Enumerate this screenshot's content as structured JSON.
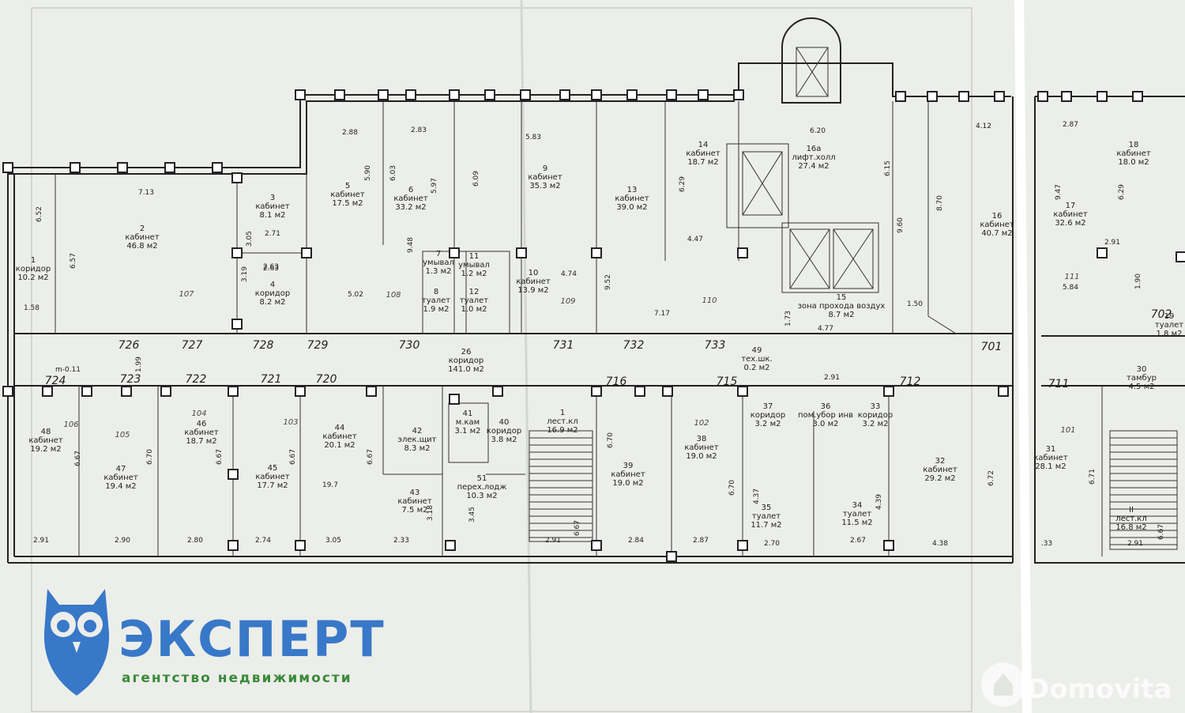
{
  "logo": {
    "brand": "ЭКСПЕРТ",
    "tagline": "агентство недвижимости",
    "brand_color": "#3878c8",
    "tagline_color": "#3a8a3a",
    "icon": "owl-icon"
  },
  "watermark": {
    "text": "Domovita",
    "icon": "domovita-logo-icon"
  },
  "axes": [
    "726",
    "727",
    "728",
    "729",
    "730",
    "731",
    "732",
    "733",
    "701",
    "723",
    "722",
    "721",
    "720",
    "716",
    "715",
    "712",
    "711",
    "702",
    "724"
  ],
  "rooms": [
    {
      "id": "room-1",
      "lines": [
        "1",
        "коридор",
        "10.2 м2"
      ]
    },
    {
      "id": "room-2",
      "lines": [
        "2",
        "кабинет",
        "46.8 м2"
      ]
    },
    {
      "id": "room-3",
      "lines": [
        "3",
        "кабинет",
        "8.1 м2"
      ]
    },
    {
      "id": "room-4",
      "lines": [
        "4",
        "коридор",
        "8.2 м2"
      ]
    },
    {
      "id": "room-5",
      "lines": [
        "5",
        "кабинет",
        "17.5 м2"
      ]
    },
    {
      "id": "room-6",
      "lines": [
        "6",
        "кабинет",
        "33.2 м2"
      ]
    },
    {
      "id": "room-7",
      "lines": [
        "7",
        "умывал",
        "1.3 м2"
      ]
    },
    {
      "id": "room-8",
      "lines": [
        "8",
        "туалет",
        "1.9 м2"
      ]
    },
    {
      "id": "room-9",
      "lines": [
        "9",
        "кабинет",
        "35.3 м2"
      ]
    },
    {
      "id": "room-10",
      "lines": [
        "10",
        "кабинет",
        "13.9 м2"
      ]
    },
    {
      "id": "room-11",
      "lines": [
        "11",
        "умывал",
        "1.2 м2"
      ]
    },
    {
      "id": "room-12",
      "lines": [
        "12",
        "туалет",
        "1.0 м2"
      ]
    },
    {
      "id": "room-13",
      "lines": [
        "13",
        "кабинет",
        "39.0 м2"
      ]
    },
    {
      "id": "room-14",
      "lines": [
        "14",
        "кабинет",
        "18.7 м2"
      ]
    },
    {
      "id": "room-15",
      "lines": [
        "15",
        "зона прохода воздух",
        "8.7 м2"
      ]
    },
    {
      "id": "room-16a",
      "lines": [
        "16а",
        "лифт.холл",
        "27.4 м2"
      ]
    },
    {
      "id": "room-16",
      "lines": [
        "16",
        "кабинет",
        "40.7 м2"
      ]
    },
    {
      "id": "room-17",
      "lines": [
        "17",
        "кабинет",
        "32.6 м2"
      ]
    },
    {
      "id": "room-18",
      "lines": [
        "18",
        "кабинет",
        "18.0 м2"
      ]
    },
    {
      "id": "room-19",
      "lines": [
        "19",
        "туалет",
        "1.8 м2"
      ]
    },
    {
      "id": "room-26",
      "lines": [
        "26",
        "коридор",
        "141.0 м2"
      ]
    },
    {
      "id": "room-30",
      "lines": [
        "30",
        "тамбур",
        "4.5 м2"
      ]
    },
    {
      "id": "room-31",
      "lines": [
        "31",
        "кабинет",
        "28.1 м2"
      ]
    },
    {
      "id": "room-32",
      "lines": [
        "32",
        "кабинет",
        "29.2 м2"
      ]
    },
    {
      "id": "room-33",
      "lines": [
        "33",
        "коридор",
        "3.2 м2"
      ]
    },
    {
      "id": "room-34",
      "lines": [
        "34",
        "туалет",
        "11.5 м2"
      ]
    },
    {
      "id": "room-35",
      "lines": [
        "35",
        "туалет",
        "11.7 м2"
      ]
    },
    {
      "id": "room-36",
      "lines": [
        "36",
        "пом.убор инв",
        "3.0 м2"
      ]
    },
    {
      "id": "room-37",
      "lines": [
        "37",
        "коридор",
        "3.2 м2"
      ]
    },
    {
      "id": "room-38",
      "lines": [
        "38",
        "кабинет",
        "19.0 м2"
      ]
    },
    {
      "id": "room-39",
      "lines": [
        "39",
        "кабинет",
        "19.0 м2"
      ]
    },
    {
      "id": "room-1s",
      "lines": [
        "1",
        "лест.кл",
        "16.9 м2"
      ]
    },
    {
      "id": "room-ii",
      "lines": [
        "II",
        "лест.кл",
        "16.8 м2"
      ]
    },
    {
      "id": "room-40",
      "lines": [
        "40",
        "коридор",
        "3.8 м2"
      ]
    },
    {
      "id": "room-41",
      "lines": [
        "41",
        "м.кам",
        "3.1 м2"
      ]
    },
    {
      "id": "room-42",
      "lines": [
        "42",
        "элек.щит",
        "8.3 м2"
      ]
    },
    {
      "id": "room-43",
      "lines": [
        "43",
        "кабинет",
        "7.5 м2"
      ]
    },
    {
      "id": "room-44",
      "lines": [
        "44",
        "кабинет",
        "20.1 м2"
      ]
    },
    {
      "id": "room-45",
      "lines": [
        "45",
        "кабинет",
        "17.7 м2"
      ]
    },
    {
      "id": "room-46",
      "lines": [
        "46",
        "кабинет",
        "18.7 м2"
      ]
    },
    {
      "id": "room-47",
      "lines": [
        "47",
        "кабинет",
        "19.4 м2"
      ]
    },
    {
      "id": "room-48",
      "lines": [
        "48",
        "кабинет",
        "19.2 м2"
      ]
    },
    {
      "id": "room-49",
      "lines": [
        "49",
        "тех.шк.",
        "0.2 м2"
      ]
    },
    {
      "id": "room-51",
      "lines": [
        "51",
        "перех.лодж",
        "10.3 м2"
      ]
    }
  ],
  "dimensions": [
    "7.13",
    "6.52",
    "6.57",
    "1.58",
    "2.88",
    "5.90",
    "6.03",
    "2.83",
    "5.97",
    "6.09",
    "5.83",
    "9.48",
    "2.63",
    "6.29",
    "4.47",
    "6.20",
    "6.15",
    "9.60",
    "4.12",
    "8.70",
    "2.87",
    "9.47",
    "6.29",
    "2.91",
    "5.84",
    "1.90",
    "2.71",
    "3.05",
    "3.19",
    "2.63",
    "5.02",
    "4.74",
    "9.52",
    "7.17",
    "1.73",
    "4.77",
    "1.50",
    "1.99",
    "2.91",
    "6.67",
    "2.90",
    "6.70",
    "2.80",
    "6.67",
    "2.74",
    "6.67",
    "3.05",
    "19.7",
    "6.67",
    "2.33",
    "3.18",
    "3.45",
    "2.91",
    "6.67",
    "6.70",
    "2.84",
    "6.70",
    "2.87",
    "4.37",
    "2.70",
    "2.67",
    "4.39",
    "2.91",
    "4.38",
    "6.72",
    "6.71",
    "2.91",
    "6.67",
    ".33",
    "m-0.11"
  ],
  "handwritten": [
    "107",
    "108",
    "109",
    "110",
    "111",
    "106",
    "105",
    "104",
    "103",
    "102",
    "101"
  ]
}
